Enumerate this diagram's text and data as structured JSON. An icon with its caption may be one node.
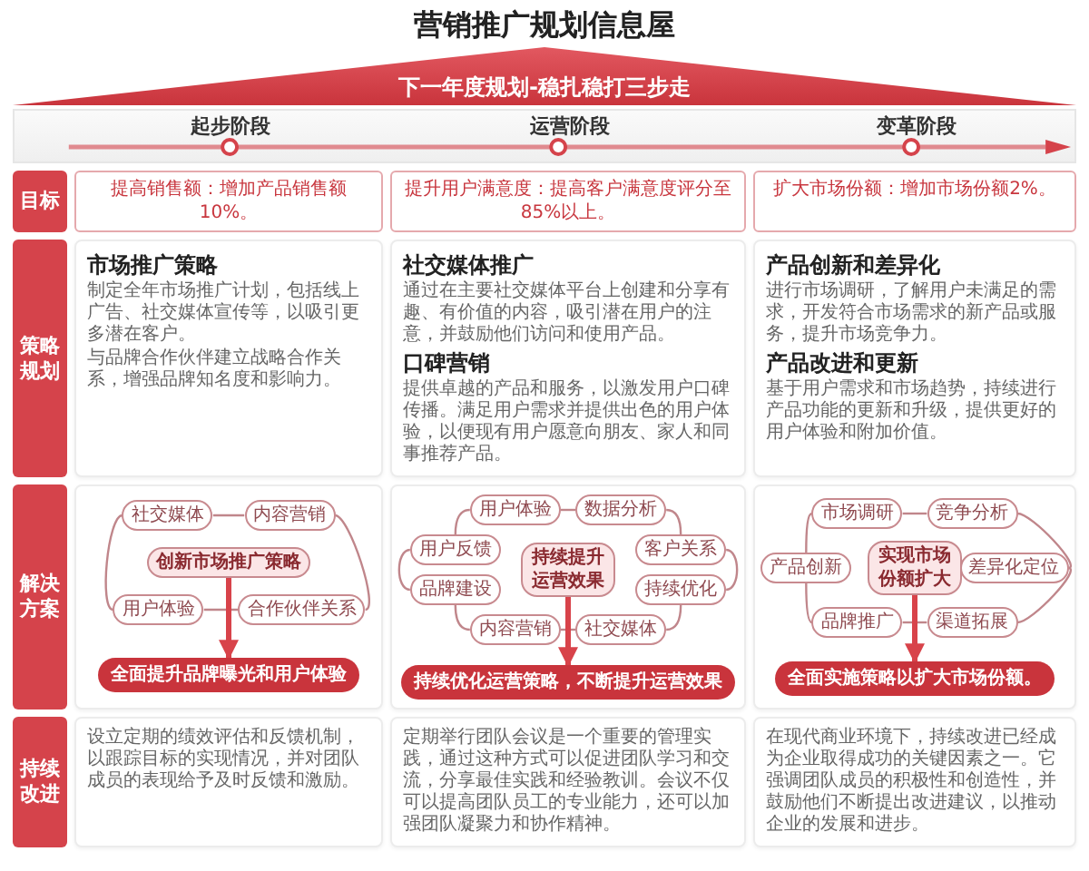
{
  "diagram": {
    "title": "营销推广规划信息屋",
    "nodes": [
      {
        "text": [
          "下一年度规划-稳扎稳打三步走"
        ]
      },
      {
        "text": [
          "目标"
        ]
      },
      {
        "text": [
          "提高销售额：增加产品销售额10%。"
        ]
      },
      {
        "text": [
          "提升用户满意度：提高客户满意度评分至85%以上。"
        ]
      },
      {
        "text": [
          "扩大市场份额：增加市场份额2%。"
        ]
      },
      {
        "text": [
          "策略规划"
        ]
      },
      {
        "text": [
          "市场推广策略",
          "制定全年市场推广计划，包括线上广告、社交媒体宣传等，以吸引更多潜在客户。",
          "与品牌合作伙伴建立战略合作关系，增强品牌知名度和影响力。"
        ]
      },
      {
        "text": [
          "社交媒体推广",
          "通过在主要社交媒体平台上创建和分享有趣、有价值的内容，吸引潜在用户的注意，并鼓励他们访问和使用产品。",
          "口碑营销",
          "提供卓越的产品和服务，以激发用户口碑传播。满足用户需求并提供出色的用户体验，以便现有用户愿意向朋友、家人和同事推荐产品。"
        ]
      },
      {
        "text": [
          "产品创新和差异化",
          "进行市场调研，了解用户未满足的需求，开发符合市场需求的新产品或服务，提升市场竞争力。",
          "产品改进和更新",
          "基于用户需求和市场趋势，持续进行产品功能的更新和升级，提供更好的用户体验和附加价值。"
        ]
      },
      {
        "text": [
          "解决方案"
        ]
      },
      {
        "text": [],
        "shape": "box"
      },
      {
        "text": [
          "社交媒体"
        ],
        "in": 10
      },
      {
        "text": [
          "内容营销"
        ],
        "in": 10
      },
      {
        "text": [
          "创新市场推广策略"
        ],
        "in": 10
      },
      {
        "text": [
          "用户体验"
        ],
        "in": 10
      },
      {
        "text": [
          "合作伙伴关系"
        ],
        "in": 10
      },
      {
        "text": [
          "全面提升品牌曝光和用户体验"
        ],
        "in": 10
      },
      {
        "text": [],
        "shape": "box"
      },
      {
        "text": [
          "用户体验"
        ],
        "in": 17
      },
      {
        "text": [
          "数据分析"
        ],
        "in": 17
      },
      {
        "text": [
          "用户反馈"
        ],
        "in": 17
      },
      {
        "text": [
          "客户关系"
        ],
        "in": 17
      },
      {
        "text": [
          "持续提升运营效果"
        ],
        "in": 17
      },
      {
        "text": [
          "品牌建设"
        ],
        "in": 17
      },
      {
        "text": [
          "持续优化"
        ],
        "in": 17
      },
      {
        "text": [
          "内容营销"
        ],
        "in": 17
      },
      {
        "text": [
          "社交媒体"
        ],
        "in": 17
      },
      {
        "text": [
          "持续优化运营策略，不断提升运营效果"
        ],
        "in": 17
      },
      {
        "text": [],
        "shape": "box"
      },
      {
        "text": [
          "市场调研"
        ],
        "in": 28
      },
      {
        "text": [
          "竞争分析"
        ],
        "in": 28
      },
      {
        "text": [
          "产品创新"
        ],
        "in": 28
      },
      {
        "text": [
          "实现市场份额扩大"
        ],
        "in": 28
      },
      {
        "text": [
          "差异化定位"
        ],
        "in": 28
      },
      {
        "text": [
          "品牌推广"
        ],
        "in": 28
      },
      {
        "text": [
          "渠道拓展"
        ],
        "in": 28
      },
      {
        "text": [
          "全面实施策略以扩大市场份额。"
        ],
        "in": 28
      },
      {
        "text": [
          "持续改进"
        ]
      },
      {
        "text": [
          "设立定期的绩效评估和反馈机制，以跟踪目标的实现情况，并对团队成员的表现给予及时反馈和激励。"
        ]
      },
      {
        "text": [
          "定期举行团队会议是一个重要的管理实践，通过这种方式可以促进团队学习和交流，分享最佳实践和经验教训。会议不仅可以提高团队员工的专业能力，还可以加强团队凝聚力和协作精神。"
        ]
      },
      {
        "text": [
          "在现代商业环境下，持续改进已经成为企业取得成功的关键因素之一。它强调团队成员的积极性和创造性，并鼓励他们不断提出改进建议，以推动企业的发展和进步。"
        ]
      }
    ],
    "edges": [
      {
        "from": 11,
        "to": 12,
        "arrow": "none"
      },
      {
        "from": 12,
        "to": 15,
        "arrow": "none"
      },
      {
        "from": 15,
        "to": 14,
        "arrow": "none"
      },
      {
        "from": 14,
        "to": 11,
        "arrow": "none"
      },
      {
        "from": 13,
        "to": 16,
        "arrow": "to",
        "style": "thick",
        "color": "#d8434a"
      },
      {
        "from": 18,
        "to": 19,
        "arrow": "none"
      },
      {
        "from": 19,
        "to": 21,
        "arrow": "none"
      },
      {
        "from": 21,
        "to": 24,
        "arrow": "none"
      },
      {
        "from": 24,
        "to": 26,
        "arrow": "none"
      },
      {
        "from": 26,
        "to": 25,
        "arrow": "none"
      },
      {
        "from": 25,
        "to": 23,
        "arrow": "none"
      },
      {
        "from": 23,
        "to": 20,
        "arrow": "none"
      },
      {
        "from": 20,
        "to": 18,
        "arrow": "none"
      },
      {
        "from": 22,
        "to": 27,
        "arrow": "to",
        "style": "thick",
        "color": "#d8434a"
      },
      {
        "from": 29,
        "to": 30,
        "arrow": "none"
      },
      {
        "from": 30,
        "to": 33,
        "arrow": "none"
      },
      {
        "from": 33,
        "to": 35,
        "arrow": "none"
      },
      {
        "from": 35,
        "to": 34,
        "arrow": "none"
      },
      {
        "from": 34,
        "to": 31,
        "arrow": "none"
      },
      {
        "from": 31,
        "to": 29,
        "arrow": "none"
      },
      {
        "from": 32,
        "to": 36,
        "arrow": "to",
        "style": "thick",
        "color": "#d8434a"
      }
    ],
    "labels": [
      "起步阶段",
      "运营阶段",
      "变革阶段"
    ]
  }
}
